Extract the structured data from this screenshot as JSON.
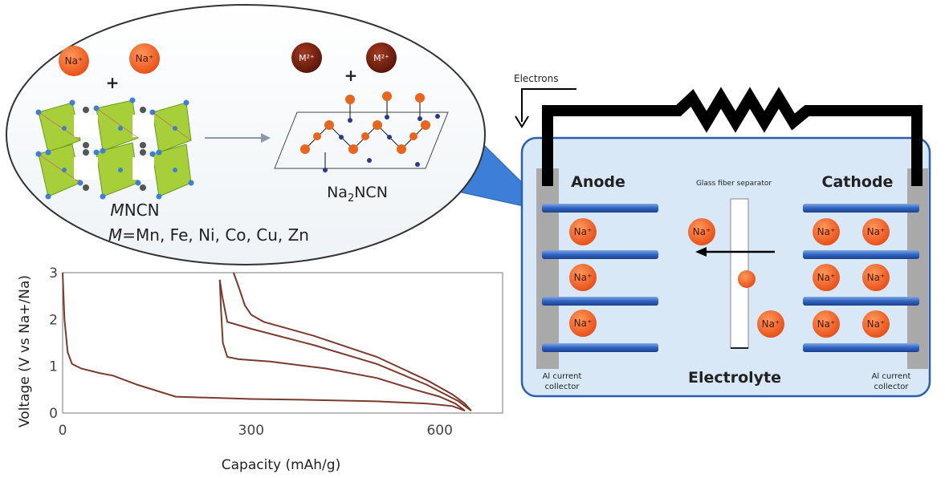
{
  "inset": {
    "na_ion_labels": [
      "Na⁺",
      "Na⁺"
    ],
    "m_ion_labels": [
      "M²⁺",
      "M²⁺"
    ],
    "plus_signs": [
      "+",
      "+"
    ],
    "reactant_label": "MNCN",
    "reactant_label_italic": "M",
    "reactant_label_rest": "NCN",
    "metals_italic": "M",
    "metals_rest": "=Mn, Fe, Ni, Co, Cu, Zn",
    "product_label_main": "Na",
    "product_label_sub": "2",
    "product_label_tail": "NCN"
  },
  "cell": {
    "electrons_label": "Electrons",
    "anode_label": "Anode",
    "cathode_label": "Cathode",
    "separator_label": "Glass fiber separator",
    "electrolyte_label": "Electrolyte",
    "left_collector_line1": "Al current",
    "left_collector_line2": "collector",
    "right_collector_line1": "Al current",
    "right_collector_line2": "collector",
    "na_label": "Na⁺"
  },
  "chart_data": {
    "type": "line",
    "title": "",
    "xlabel": "Capacity (mAh/g)",
    "ylabel": "Voltage (V vs Na+/Na)",
    "xlim": [
      0,
      700
    ],
    "ylim": [
      0,
      3
    ],
    "xticks": [
      "0",
      "300",
      "600"
    ],
    "xtick_values": [
      0,
      300,
      600
    ],
    "yticks": [
      "0",
      "1",
      "2",
      "3"
    ],
    "ytick_values": [
      0,
      1,
      2,
      3
    ],
    "line_color": "#7a3b2e",
    "series": [
      {
        "x": [
          0,
          3,
          8,
          15,
          30,
          60,
          80,
          120,
          180,
          300,
          400,
          500,
          580,
          620,
          640
        ],
        "y": [
          3.0,
          2.0,
          1.3,
          1.05,
          0.95,
          0.85,
          0.8,
          0.6,
          0.35,
          0.3,
          0.28,
          0.25,
          0.2,
          0.15,
          0.05
        ]
      },
      {
        "x": [
          640,
          625,
          600,
          560,
          500,
          420,
          330,
          280,
          262,
          255,
          252,
          250
        ],
        "y": [
          0.05,
          0.2,
          0.35,
          0.5,
          0.75,
          0.95,
          1.1,
          1.15,
          1.2,
          1.5,
          2.2,
          2.85
        ]
      },
      {
        "x": [
          250,
          254,
          262,
          300,
          400,
          500,
          580,
          630,
          645,
          650
        ],
        "y": [
          2.85,
          2.5,
          1.95,
          1.8,
          1.45,
          1.05,
          0.6,
          0.25,
          0.1,
          0.05
        ]
      },
      {
        "x": [
          650,
          640,
          620,
          580,
          500,
          400,
          320,
          300,
          290,
          280,
          272
        ],
        "y": [
          0.05,
          0.2,
          0.4,
          0.7,
          1.2,
          1.65,
          1.95,
          2.1,
          2.3,
          2.7,
          3.0
        ]
      }
    ]
  }
}
